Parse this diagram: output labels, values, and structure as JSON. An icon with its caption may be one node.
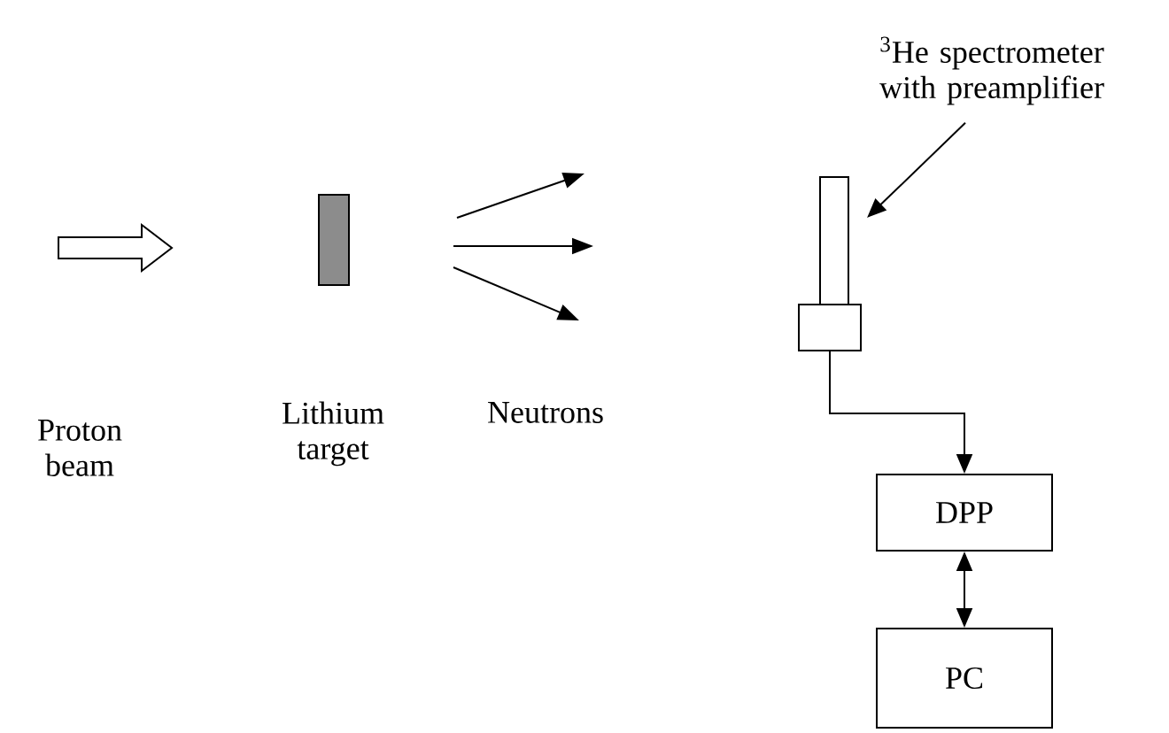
{
  "diagram": {
    "nodes": [
      {
        "text": [],
        "shape": "bar",
        "beside": [
          "Lithium target"
        ]
      },
      {
        "text": [
          "$^{3}$He spectrometer with preamplifier"
        ]
      },
      {
        "text": [],
        "shape": "box"
      },
      {
        "text": [],
        "shape": "box"
      },
      {
        "text": [
          "DPP"
        ]
      },
      {
        "text": [
          "PC"
        ]
      }
    ],
    "edges": [
      {
        "from": 1,
        "to": 2,
        "arrow": "to"
      },
      {
        "from": 3,
        "to": 4,
        "arrow": "to"
      },
      {
        "from": 4,
        "to": 5,
        "arrow": "both"
      }
    ],
    "labels": [
      "Proton beam",
      "Neutrons"
    ]
  }
}
